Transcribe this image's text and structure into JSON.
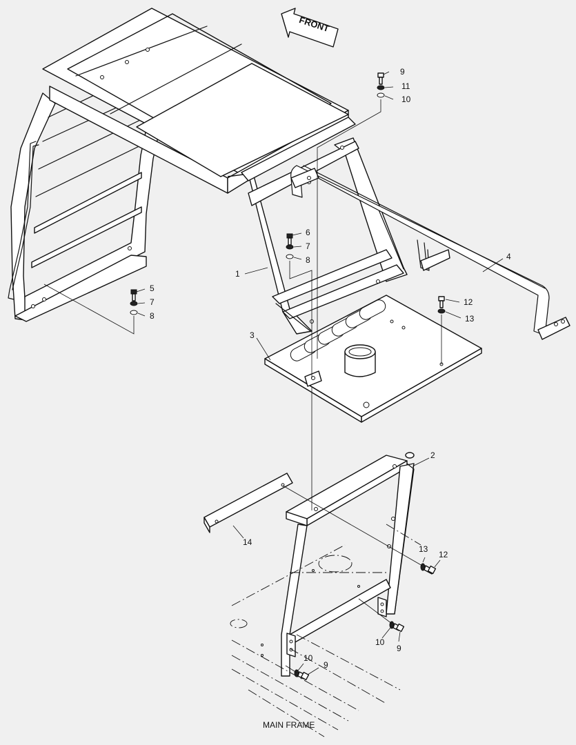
{
  "diagram": {
    "direction_label": "FRONT",
    "title": "MAIN FRAME",
    "callouts": [
      {
        "id": "c1",
        "text": "1"
      },
      {
        "id": "c2",
        "text": "2"
      },
      {
        "id": "c3",
        "text": "3"
      },
      {
        "id": "c4",
        "text": "4"
      },
      {
        "id": "c5",
        "text": "5"
      },
      {
        "id": "c6",
        "text": "6"
      },
      {
        "id": "c7a",
        "text": "7"
      },
      {
        "id": "c7b",
        "text": "7"
      },
      {
        "id": "c8a",
        "text": "8"
      },
      {
        "id": "c8b",
        "text": "8"
      },
      {
        "id": "c9a",
        "text": "9"
      },
      {
        "id": "c9b",
        "text": "9"
      },
      {
        "id": "c9c",
        "text": "9"
      },
      {
        "id": "c10a",
        "text": "10"
      },
      {
        "id": "c10b",
        "text": "10"
      },
      {
        "id": "c10c",
        "text": "10"
      },
      {
        "id": "c11",
        "text": "11"
      },
      {
        "id": "c12a",
        "text": "12"
      },
      {
        "id": "c12b",
        "text": "12"
      },
      {
        "id": "c13a",
        "text": "13"
      },
      {
        "id": "c13b",
        "text": "13"
      },
      {
        "id": "c14",
        "text": "14"
      }
    ]
  }
}
